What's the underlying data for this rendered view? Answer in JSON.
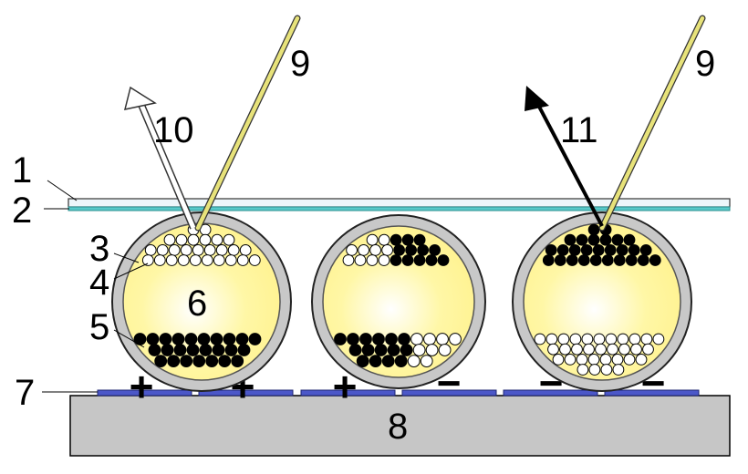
{
  "labels": {
    "l1": "1",
    "l2": "2",
    "l3": "3",
    "l4": "4",
    "l5": "5",
    "l6": "6",
    "l7": "7",
    "l8": "8",
    "l9a": "9",
    "l9b": "9",
    "l10": "10",
    "l11": "11"
  },
  "electrode_charges": [
    "+",
    "+",
    "+",
    "−",
    "−",
    "−"
  ],
  "colors": {
    "top_plate": "#eef6fa",
    "transparent_electrode": "#59c9c9",
    "capsule_shell": "#c8c8c8",
    "capsule_fluid": "#fff7a6",
    "white_particle": "#ffffff",
    "black_particle": "#000000",
    "bottom_electrode": "#4b57c8",
    "substrate": "#c6c6c6",
    "light_ray": "#e7e27a"
  }
}
